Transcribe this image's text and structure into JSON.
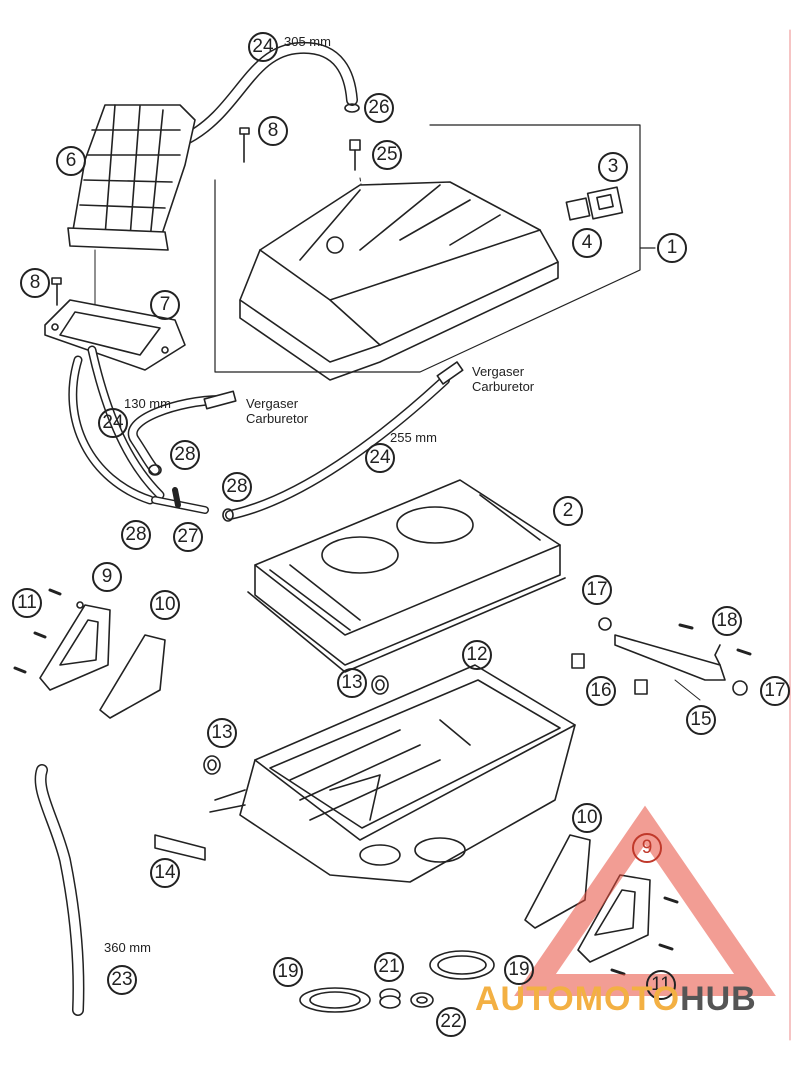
{
  "callouts": [
    {
      "n": "24"
    },
    {
      "n": "26"
    },
    {
      "n": "8"
    },
    {
      "n": "25"
    },
    {
      "n": "6"
    },
    {
      "n": "3"
    },
    {
      "n": "4"
    },
    {
      "n": "1"
    },
    {
      "n": "8"
    },
    {
      "n": "7"
    },
    {
      "n": "24"
    },
    {
      "n": "28"
    },
    {
      "n": "24"
    },
    {
      "n": "28"
    },
    {
      "n": "28"
    },
    {
      "n": "27"
    },
    {
      "n": "2"
    },
    {
      "n": "9"
    },
    {
      "n": "11"
    },
    {
      "n": "10"
    },
    {
      "n": "17"
    },
    {
      "n": "18"
    },
    {
      "n": "12"
    },
    {
      "n": "13"
    },
    {
      "n": "16"
    },
    {
      "n": "17"
    },
    {
      "n": "15"
    },
    {
      "n": "13"
    },
    {
      "n": "14"
    },
    {
      "n": "10"
    },
    {
      "n": "9"
    },
    {
      "n": "23"
    },
    {
      "n": "19"
    },
    {
      "n": "21"
    },
    {
      "n": "19"
    },
    {
      "n": "11"
    },
    {
      "n": "22"
    }
  ],
  "labels": {
    "hose_305": "305 mm",
    "hose_130": "130 mm",
    "hose_255": "255 mm",
    "hose_360": "360 mm",
    "vergaser_1": "Vergaser",
    "carburetor_1": "Carburetor",
    "vergaser_2": "Vergaser",
    "carburetor_2": "Carburetor"
  },
  "watermark": {
    "part1": "AUTOMOTO",
    "part2": "HUB",
    "color_primary": "#f3b043",
    "color_secondary": "#555555",
    "triangle_color": "#e74c3c"
  },
  "colors": {
    "line": "#222222",
    "fill": "#ffffff"
  }
}
